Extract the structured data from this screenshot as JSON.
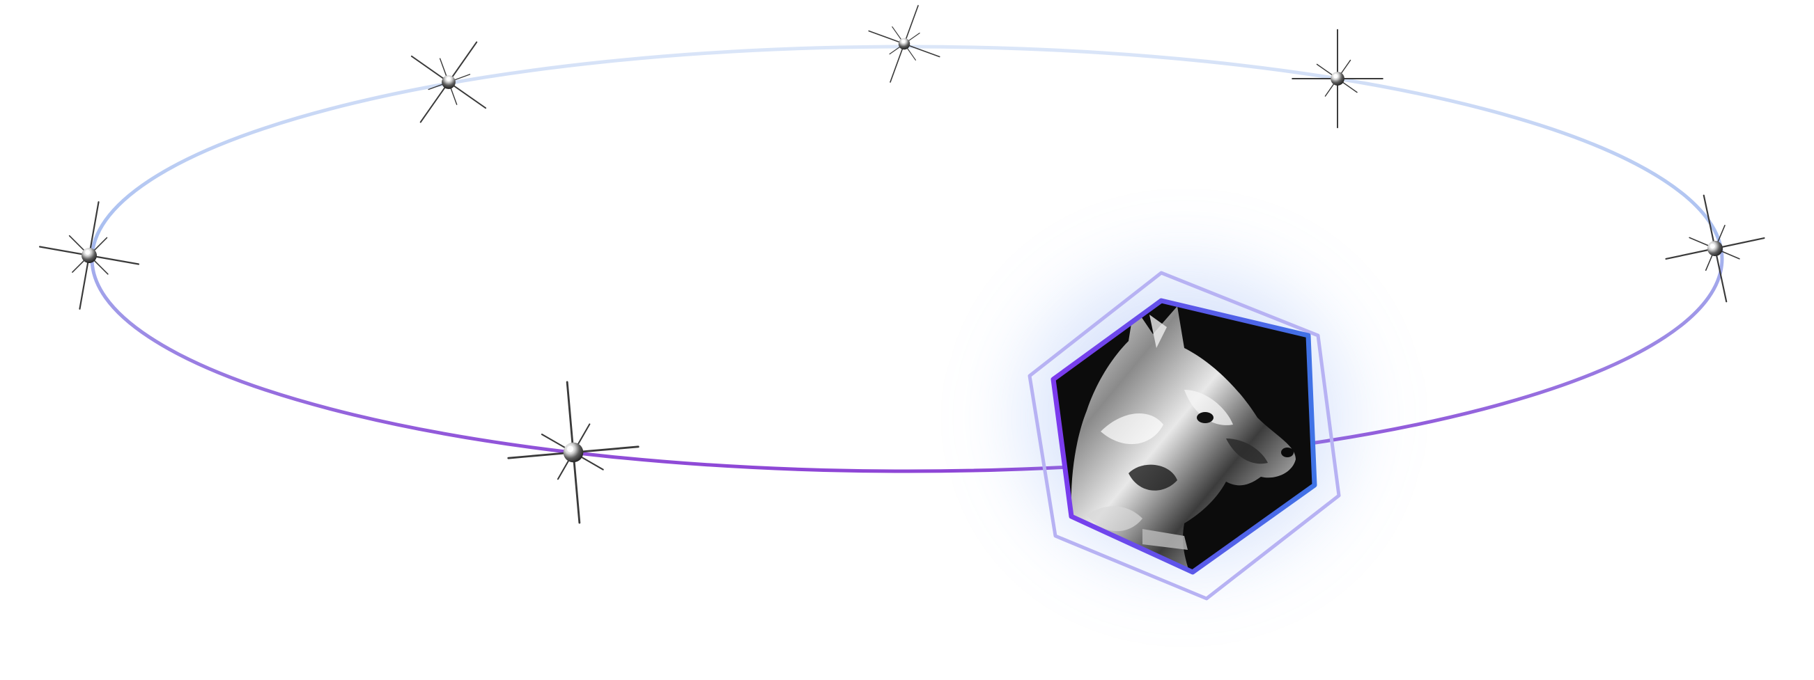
{
  "scene": {
    "orbit": {
      "gradient_top": "#dbe6f8",
      "gradient_mid": "#a7bdf0",
      "gradient_bottom": "#8e46d6"
    },
    "badge": {
      "subject": "chrome-dog-head",
      "glow_purple": "#a78bfa",
      "glow_blue": "#93b4f5",
      "outer_frame": "#b7b2f3",
      "inner_frame_left": "#7c3aed",
      "inner_frame_right": "#3f73e6"
    },
    "sparkles": [
      {
        "name": "sparkle-left"
      },
      {
        "name": "sparkle-upper-left"
      },
      {
        "name": "sparkle-top"
      },
      {
        "name": "sparkle-upper-right"
      },
      {
        "name": "sparkle-right"
      },
      {
        "name": "sparkle-lower-left"
      }
    ]
  }
}
